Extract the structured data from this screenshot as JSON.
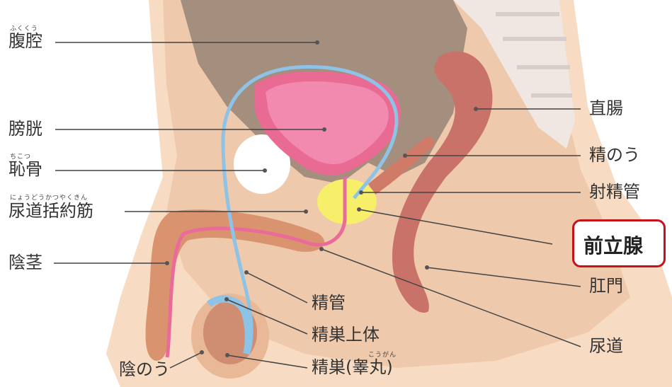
{
  "labels": {
    "abdominal_cavity": {
      "text": "腹腔",
      "ruby": "ふくくう"
    },
    "bladder": {
      "text": "膀胱"
    },
    "pubic_bone": {
      "text": "恥骨",
      "ruby": "ちこつ"
    },
    "urethral_sphincter": {
      "text": "尿道括約筋",
      "ruby": "にょうどうかつやくきん"
    },
    "penis": {
      "text": "陰茎"
    },
    "rectum": {
      "text": "直腸"
    },
    "seminal_vesicle": {
      "text": "精のう"
    },
    "ejaculatory_duct": {
      "text": "射精管"
    },
    "prostate": {
      "text": "前立腺"
    },
    "anus": {
      "text": "肛門"
    },
    "vas_deferens": {
      "text": "精管"
    },
    "epididymis": {
      "text": "精巣上体"
    },
    "urethra": {
      "text": "尿道"
    },
    "scrotum": {
      "text": "陰のう"
    },
    "testis": {
      "text": "精巣(睾丸)",
      "ruby": "こうがん"
    }
  },
  "colors": {
    "highlight": "#c4141a",
    "bladder": "#e96a93",
    "prostate": "#f7ee6a",
    "duct": "#8dc3e6",
    "rectum": "#c9726a",
    "cavity": "#a48e7e"
  }
}
